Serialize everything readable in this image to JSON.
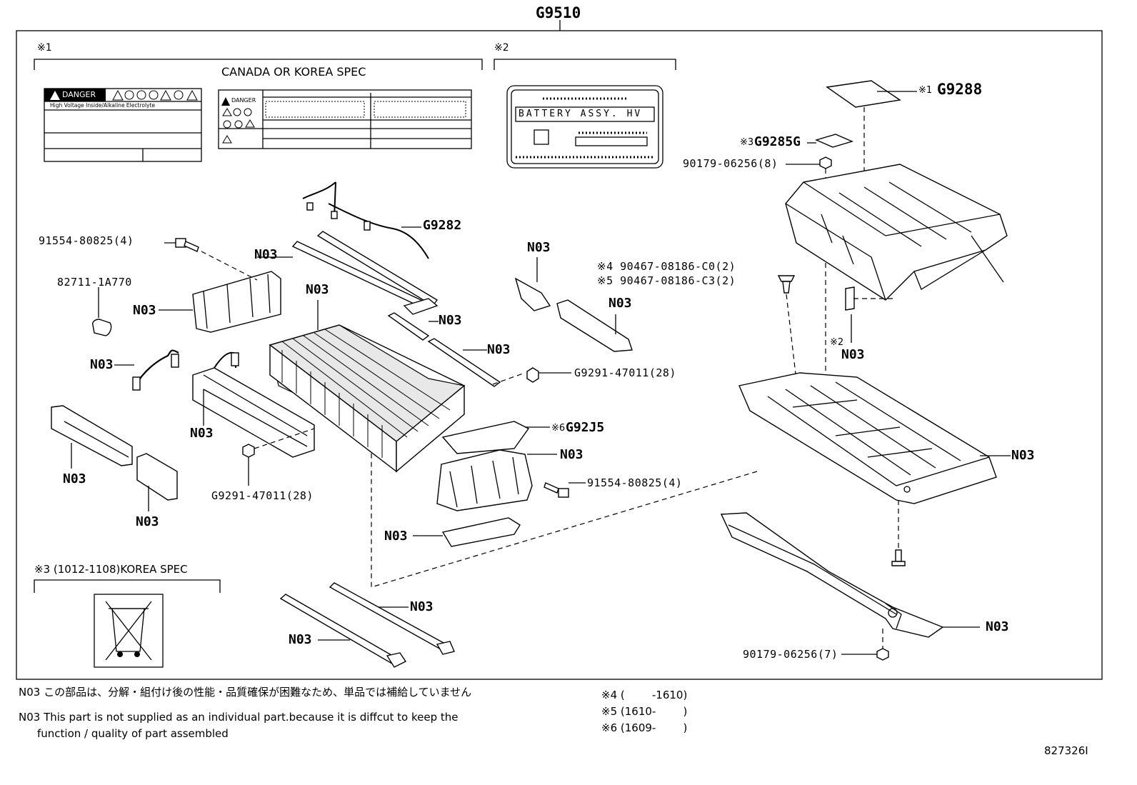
{
  "assembly_code": "G9510",
  "groups": {
    "g1_mark": "※1",
    "g2_mark": "※2",
    "canada_korea": "CANADA OR KOREA SPEC",
    "korea_spec": "※3 (1012-1108)KOREA SPEC"
  },
  "labels_art": {
    "danger": "DANGER",
    "hv_text": "High Voltage Inside/Alkaline Electrolyte",
    "battery_assy": "BATTERY ASSY. HV"
  },
  "parts": {
    "g9288": "G9288",
    "g9288_mark": "※1",
    "g9285g": "G9285G",
    "g9285g_mark": "※3",
    "p90179_top": "90179-06256(8)",
    "g9282": "G9282",
    "p91554_left": "91554-80825(4)",
    "p82711": "82711-1A770",
    "p90467_c0": "※4 90467-08186-C0(2)",
    "p90467_c3": "※5 90467-08186-C3(2)",
    "n03": "N03",
    "n03_mark2": "※2",
    "g9291_right": "G9291-47011(28)",
    "g92j5": "G92J5",
    "g92j5_mark": "※6",
    "g9291_left": "G9291-47011(28)",
    "p91554_right": "91554-80825(4)",
    "p90179_bottom": "90179-06256(7)"
  },
  "notes": {
    "jp": "N03 この部品は、分解・組付け後の性能・品質確保が困難なため、単品では補給していません",
    "en1": "N03 This part is not supplied as an  individual part.because it is diffcut to keep the",
    "en2": "function / quality of part assembled",
    "r4": "※4 (        -1610)",
    "r5": "※5 (1610-        )",
    "r6": "※6 (1609-        )"
  },
  "figure_id": "827326I"
}
